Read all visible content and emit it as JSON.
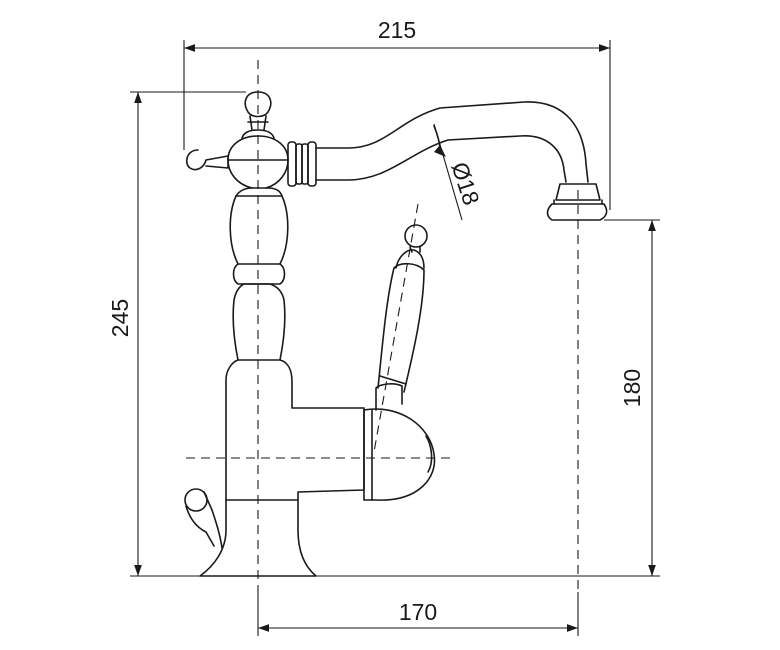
{
  "dimensions": {
    "overall_width": "215",
    "overall_height": "245",
    "spout_height": "180",
    "spout_reach": "170",
    "pipe_diameter": "Ø18"
  },
  "colors": {
    "line": "#1a1a1a",
    "background": "#ffffff"
  }
}
